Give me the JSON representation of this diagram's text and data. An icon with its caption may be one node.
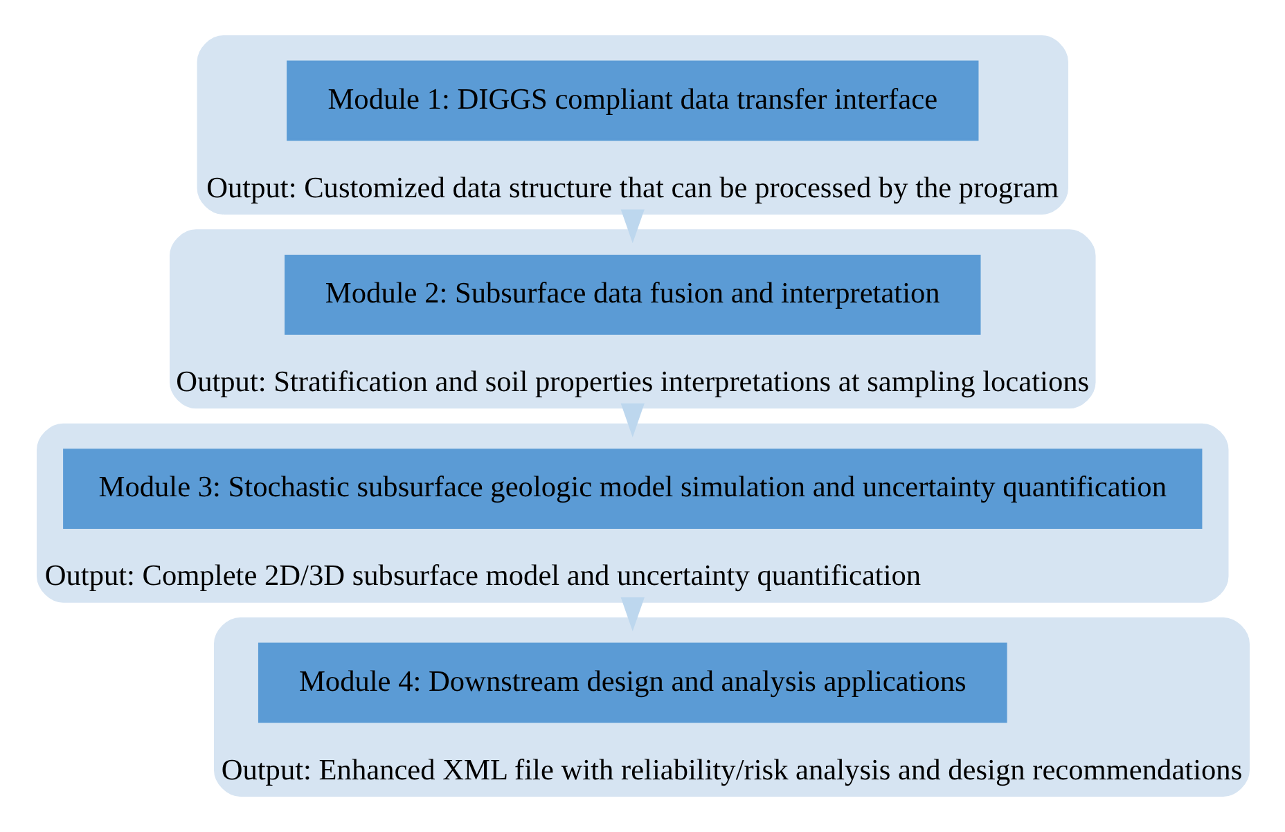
{
  "diagram": {
    "nodes": [
      {
        "text": [
          "Output: Customized data structure that can be processed by the program"
        ]
      },
      {
        "text": [
          "Module 1: DIGGS compliant data transfer interface"
        ],
        "in": 0
      },
      {
        "text": [
          "Output: Stratification and soil properties interpretations at sampling locations"
        ]
      },
      {
        "text": [
          "Module 2: Subsurface data fusion and interpretation"
        ],
        "in": 2
      },
      {
        "text": [
          "Output: Complete 2D/3D subsurface model and uncertainty quantification"
        ]
      },
      {
        "text": [
          "Module 3: Stochastic subsurface geologic model simulation and uncertainty quantification"
        ],
        "in": 4
      },
      {
        "text": [
          "Output: Enhanced XML file with reliability/risk analysis and design recommendations"
        ]
      },
      {
        "text": [
          "Module 4: Downstream design and analysis applications"
        ],
        "in": 6
      }
    ],
    "edges": [
      {
        "from": 0,
        "to": 2,
        "arrow": "to"
      },
      {
        "from": 2,
        "to": 4,
        "arrow": "to"
      },
      {
        "from": 4,
        "to": 6,
        "arrow": "to"
      }
    ]
  }
}
